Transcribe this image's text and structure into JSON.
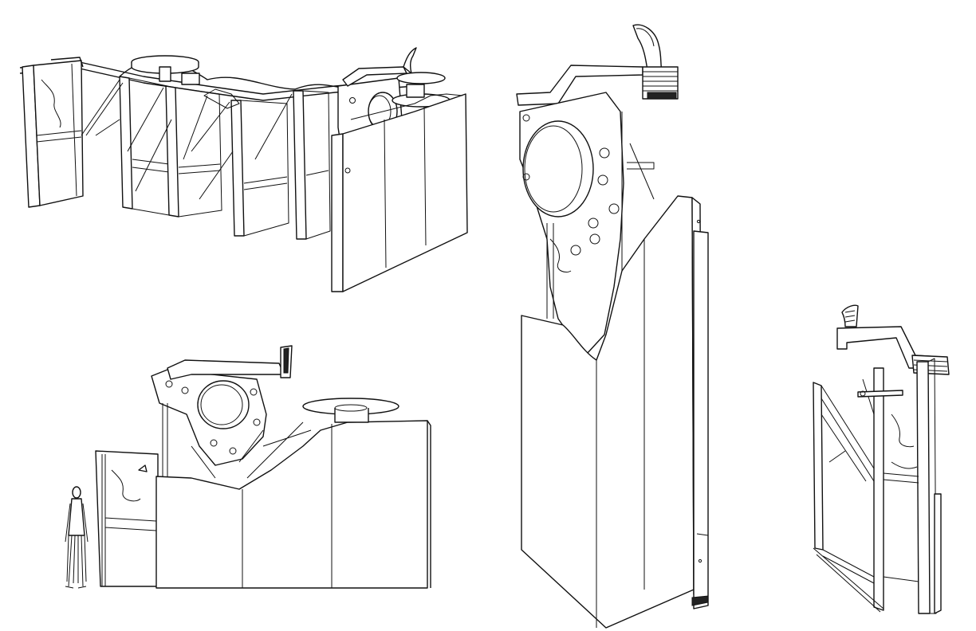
{
  "figure": {
    "background": "#ffffff",
    "line_color": "#111111",
    "views": [
      {
        "id": "view-1",
        "label": "",
        "description": ""
      },
      {
        "id": "view-2",
        "label": "",
        "description": ""
      },
      {
        "id": "view-3",
        "label": "",
        "description": ""
      },
      {
        "id": "view-4",
        "label": "",
        "description": ""
      }
    ]
  }
}
